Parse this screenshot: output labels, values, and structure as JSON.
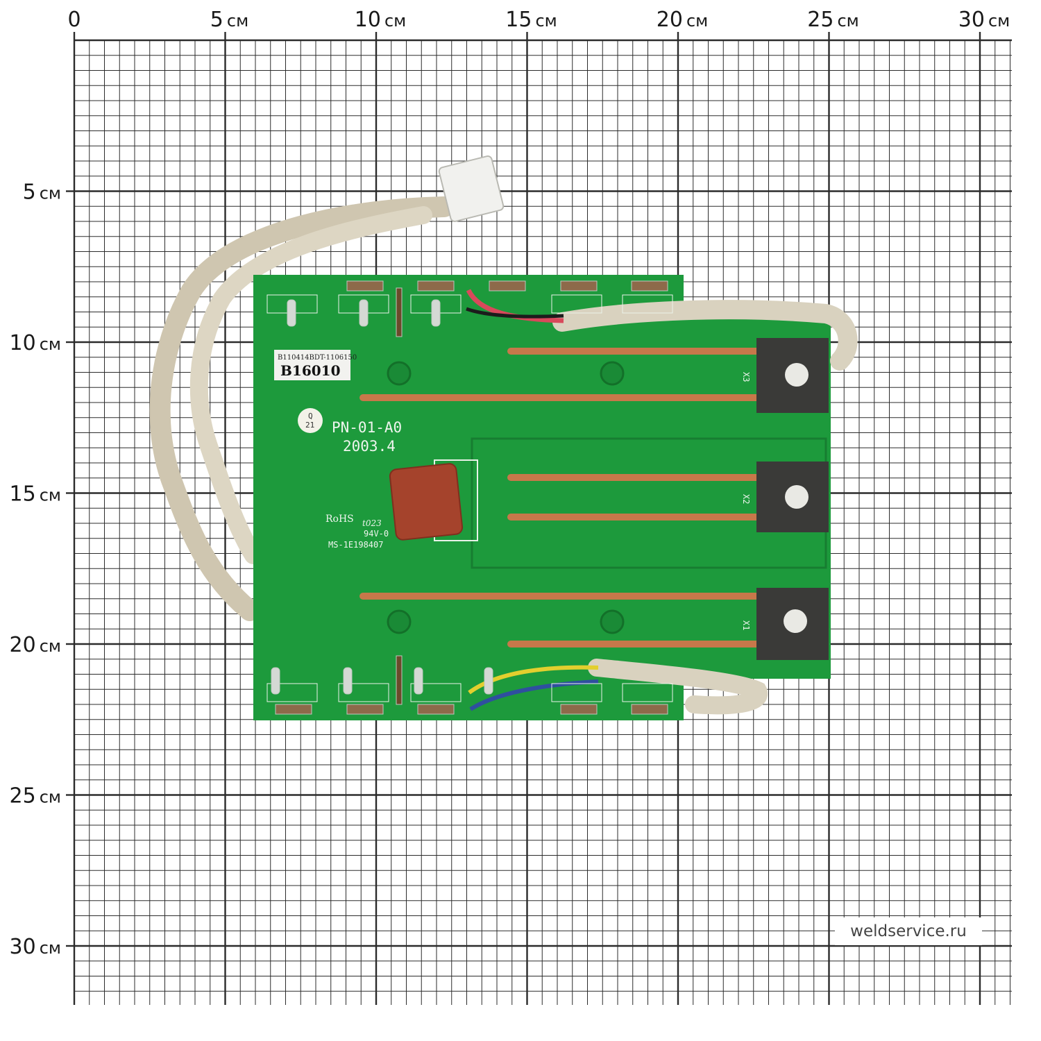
{
  "ruler": {
    "top": [
      {
        "num": "0",
        "unit": ""
      },
      {
        "num": "5",
        "unit": "см"
      },
      {
        "num": "10",
        "unit": "см"
      },
      {
        "num": "15",
        "unit": "см"
      },
      {
        "num": "20",
        "unit": "см"
      },
      {
        "num": "25",
        "unit": "см"
      },
      {
        "num": "30",
        "unit": "см"
      }
    ],
    "left": [
      {
        "num": "5",
        "unit": "см"
      },
      {
        "num": "10",
        "unit": "см"
      },
      {
        "num": "15",
        "unit": "см"
      },
      {
        "num": "20",
        "unit": "см"
      },
      {
        "num": "25",
        "unit": "см"
      },
      {
        "num": "30",
        "unit": "см"
      }
    ]
  },
  "board": {
    "part_number": "PN-01-A0",
    "date_code": "2003.4",
    "label_code": "B16010",
    "label_small": "B110414BDT-1106150",
    "qc_sticker": [
      "Q",
      "21"
    ],
    "rohs": "RoHS",
    "rohs_code": "t023",
    "ul_rating": "94V-0",
    "ul_file": "MS-1E198407",
    "terminals": [
      "X3",
      "X2",
      "X1"
    ]
  },
  "colors": {
    "pcb": "#1d9a3c",
    "pcb_dark": "#157a2e",
    "copper": "#c7784a",
    "cable_sleeve": "#d9d2bf",
    "capacitor": "#a5432c",
    "grid_line": "#2b2b2b"
  },
  "watermark": "weldservice.ru"
}
